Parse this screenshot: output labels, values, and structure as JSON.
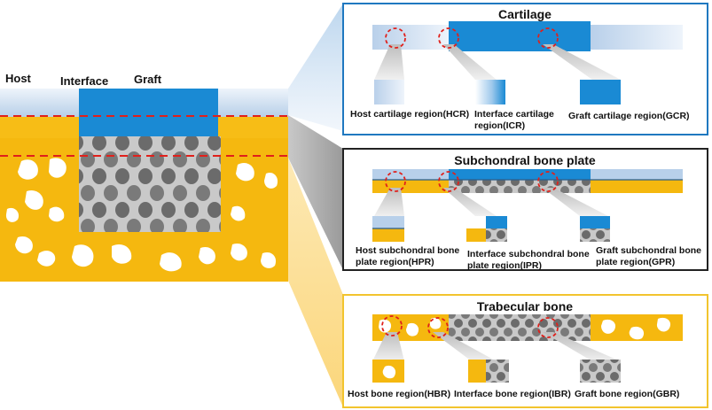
{
  "main": {
    "host_label": "Host",
    "interface_label": "Interface",
    "graft_label": "Graft"
  },
  "panels": {
    "cartilage": {
      "title": "Cartilage",
      "regions": [
        {
          "label_lines": [
            "Host cartilage region(HCR)"
          ]
        },
        {
          "label_lines": [
            "Interface cartilage",
            "region(ICR)"
          ]
        },
        {
          "label_lines": [
            "Graft cartilage region(GCR)"
          ]
        }
      ]
    },
    "subchondral": {
      "title": "Subchondral bone plate",
      "regions": [
        {
          "label_lines": [
            "Host subchondral bone",
            "plate region(HPR)"
          ]
        },
        {
          "label_lines": [
            "Interface subchondral bone",
            "plate region(IPR)"
          ]
        },
        {
          "label_lines": [
            "Graft subchondral bone",
            "plate region(GPR)"
          ]
        }
      ]
    },
    "trabecular": {
      "title": "Trabecular bone",
      "regions": [
        {
          "label_lines": [
            "Host bone region(HBR)"
          ]
        },
        {
          "label_lines": [
            "Interface bone region(IBR)"
          ]
        },
        {
          "label_lines": [
            "Graft bone region(GBR)"
          ]
        }
      ]
    }
  },
  "colors": {
    "cartilage_blue": "#1a8ad4",
    "host_cartilage": "#c9dcef",
    "bone_yellow": "#f5b80f",
    "graft_gray": "#c4c4c4",
    "pore_gray": "#6e6e6e",
    "dash_red": "#e0201b",
    "box_blue": "#1f78c0",
    "box_black": "#222222",
    "box_yellow": "#f2c42e"
  }
}
